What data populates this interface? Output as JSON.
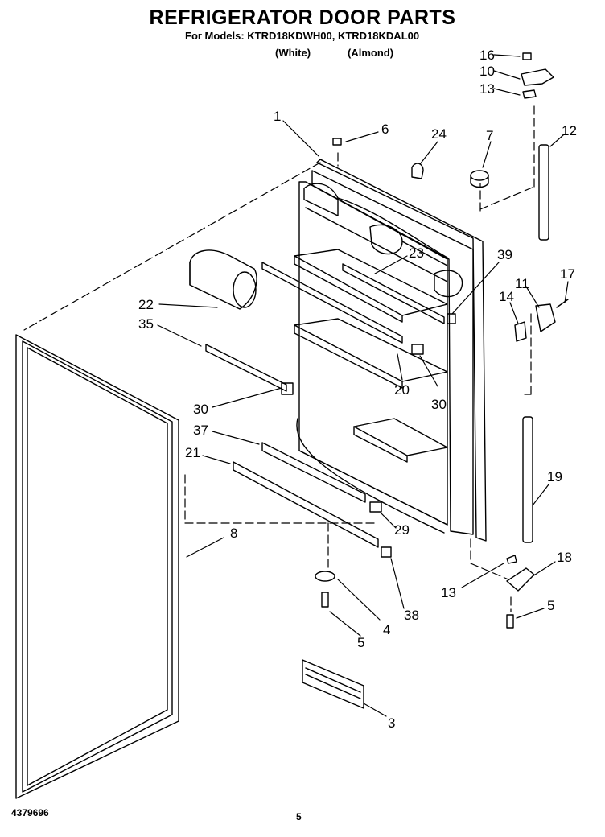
{
  "header": {
    "title": "REFRIGERATOR DOOR PARTS",
    "models_line": "For Models: KTRD18KDWH00, KTRD18KDAL00",
    "variant_white": "(White)",
    "variant_almond": "(Almond)"
  },
  "footer": {
    "document_number": "4379696",
    "page_number": "5"
  },
  "callouts": [
    {
      "id": "c16",
      "label": "16"
    },
    {
      "id": "c10",
      "label": "10"
    },
    {
      "id": "c13a",
      "label": "13"
    },
    {
      "id": "c1",
      "label": "1"
    },
    {
      "id": "c6",
      "label": "6"
    },
    {
      "id": "c24",
      "label": "24"
    },
    {
      "id": "c7",
      "label": "7"
    },
    {
      "id": "c12",
      "label": "12"
    },
    {
      "id": "c23",
      "label": "23"
    },
    {
      "id": "c39",
      "label": "39"
    },
    {
      "id": "c22",
      "label": "22"
    },
    {
      "id": "c35",
      "label": "35"
    },
    {
      "id": "c11",
      "label": "11"
    },
    {
      "id": "c17",
      "label": "17"
    },
    {
      "id": "c14",
      "label": "14"
    },
    {
      "id": "c20",
      "label": "20"
    },
    {
      "id": "c30a",
      "label": "30"
    },
    {
      "id": "c30b",
      "label": "30"
    },
    {
      "id": "c37",
      "label": "37"
    },
    {
      "id": "c21",
      "label": "21"
    },
    {
      "id": "c19",
      "label": "19"
    },
    {
      "id": "c8",
      "label": "8"
    },
    {
      "id": "c29",
      "label": "29"
    },
    {
      "id": "c18",
      "label": "18"
    },
    {
      "id": "c13b",
      "label": "13"
    },
    {
      "id": "c5a",
      "label": "5"
    },
    {
      "id": "c4",
      "label": "4"
    },
    {
      "id": "c38",
      "label": "38"
    },
    {
      "id": "c5b",
      "label": "5"
    },
    {
      "id": "c3",
      "label": "3"
    }
  ]
}
